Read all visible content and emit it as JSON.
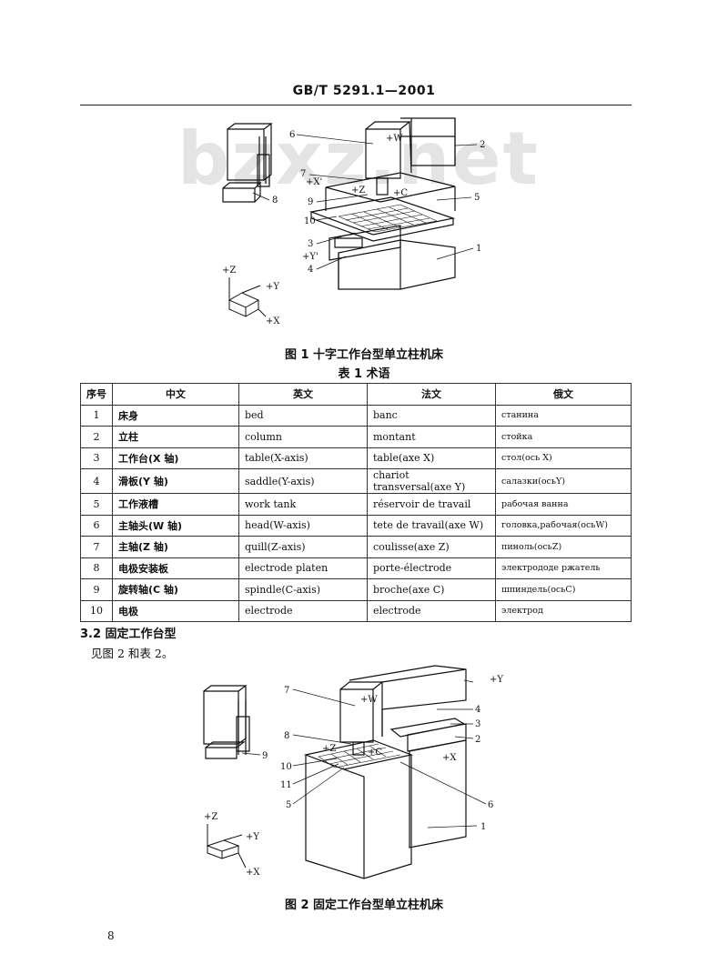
{
  "header": {
    "doc_code": "GB/T 5291.1—2001"
  },
  "watermark": "bzxz.net",
  "figure1": {
    "caption": "图 1   十字工作台型单立柱机床",
    "callouts": [
      "6",
      "2",
      "7",
      "9",
      "5",
      "10",
      "3",
      "4",
      "1",
      "8"
    ],
    "axis_labels": [
      "+W",
      "+X'",
      "+Z",
      "+C",
      "+Y'"
    ],
    "triad": {
      "z": "+Z",
      "y": "+Y",
      "x": "+X"
    }
  },
  "table1": {
    "title": "表 1   术语",
    "headers": [
      "序号",
      "中文",
      "英文",
      "法文",
      "俄文"
    ],
    "rows": [
      [
        "1",
        "床身",
        "bed",
        "banc",
        "станина"
      ],
      [
        "2",
        "立柱",
        "column",
        "montant",
        "стойка"
      ],
      [
        "3",
        "工作台(X 轴)",
        "table(X-axis)",
        "table(axe X)",
        "стол(ось X)"
      ],
      [
        "4",
        "滑板(Y 轴)",
        "saddle(Y-axis)",
        "chariot transversal(axe Y)",
        "салазки(осьY)"
      ],
      [
        "5",
        "工作液槽",
        "work tank",
        "réservoir de travail",
        "рабочая ванна"
      ],
      [
        "6",
        "主轴头(W 轴)",
        "head(W-axis)",
        "tete de travail(axe W)",
        "головка,рабочая(осьW)"
      ],
      [
        "7",
        "主轴(Z 轴)",
        "quill(Z-axis)",
        "coulisse(axe Z)",
        "пиноль(осьZ)"
      ],
      [
        "8",
        "电极安装板",
        "electrode platen",
        "porte-électrode",
        "электрододе ржатель"
      ],
      [
        "9",
        "旋转轴(C 轴)",
        "spindle(C-axis)",
        "broche(axe C)",
        "шпиндель(осьC)"
      ],
      [
        "10",
        "电极",
        "electrode",
        "electrode",
        "электрод"
      ]
    ]
  },
  "section": {
    "heading": "3.2  固定工作台型",
    "body": "见图 2 和表 2。"
  },
  "figure2": {
    "caption": "图 2   固定工作台型单立柱机床",
    "callouts": [
      "7",
      "4",
      "3",
      "2",
      "8",
      "10",
      "11",
      "5",
      "6",
      "9",
      "1"
    ],
    "axis_labels": [
      "+W",
      "+Y",
      "+Z",
      "+C",
      "+X"
    ],
    "triad": {
      "z": "+Z",
      "y": "+Y",
      "x": "+X"
    }
  },
  "page_number": "8"
}
